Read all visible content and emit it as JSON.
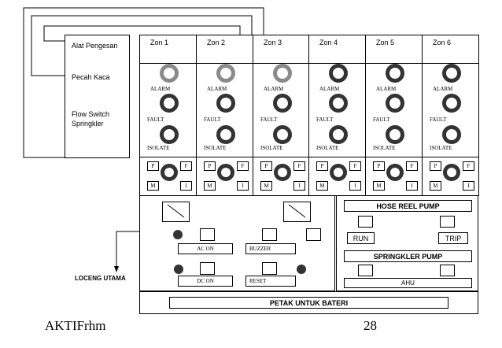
{
  "side_panel": {
    "items": [
      "Alat Pengesan",
      "Pecah Kaca",
      "Flow Switch\nSpringkler"
    ]
  },
  "zones": [
    {
      "name": "Zon 1",
      "lamp_colors": [
        "#8a8a8a",
        "#333333",
        "#333333"
      ]
    },
    {
      "name": "Zon 2",
      "lamp_colors": [
        "#8a8a8a",
        "#333333",
        "#333333"
      ]
    },
    {
      "name": "Zon 3",
      "lamp_colors": [
        "#8a8a8a",
        "#333333",
        "#333333"
      ]
    },
    {
      "name": "Zon 4",
      "lamp_colors": [
        "#333333",
        "#333333",
        "#333333"
      ]
    },
    {
      "name": "Zon 5",
      "lamp_colors": [
        "#333333",
        "#333333",
        "#333333"
      ]
    },
    {
      "name": "Zon 6",
      "lamp_colors": [
        "#333333",
        "#333333",
        "#333333"
      ]
    }
  ],
  "zone_labels": {
    "alarm": "ALARM",
    "fault": "FAULT",
    "isolate": "ISOLATE"
  },
  "switch_labels": {
    "p": "P",
    "f": "F",
    "m": "M",
    "i": "I"
  },
  "controls": {
    "ac_on": "AC ON",
    "buzzer": "BUZZER",
    "dc_on": "DC ON",
    "reset": "RESET"
  },
  "pumps": {
    "hose_reel": "HOSE REEL PUMP",
    "run": "RUN",
    "trip": "TRIP",
    "sprinkler": "SPRINGKLER PUMP",
    "ahu": "AHU"
  },
  "loceng": "LOCENG UTAMA",
  "battery": "PETAK UNTUK BATERI",
  "footer": {
    "left": "AKTIFrhm",
    "right": "28"
  }
}
